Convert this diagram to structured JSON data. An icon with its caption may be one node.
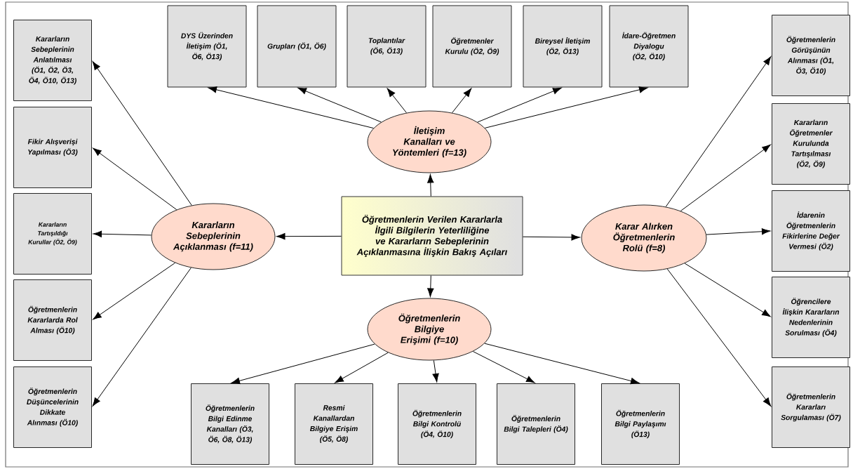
{
  "diagram": {
    "nodes": [
      {
        "text": [
          "Öğretmenlerin Verilen Kararlarla İlgili Bilgilerin Yeterliliğine ve Kararların Sebeplerinin Açıklanmasına İlişkin Bakış Açıları"
        ]
      },
      {
        "text": [
          "İletişim Kanalları ve Yöntemleri (f=13)"
        ]
      },
      {
        "text": [
          "Kararların Sebeplerinin Açıklanması (f=11)"
        ]
      },
      {
        "text": [
          "Karar Alırken Öğretmenlerin Rolü (f=8)"
        ]
      },
      {
        "text": [
          "Öğretmenlerin Bilgiye Erişimi (f=10)"
        ]
      },
      {
        "text": [
          "DYS Üzerinden İletişim (Ö1, Ö6, Ö13)"
        ]
      },
      {
        "text": [
          "Grupları (Ö1, Ö6)"
        ]
      },
      {
        "text": [
          "Toplantılar (Ö6, Ö13)"
        ]
      },
      {
        "text": [
          "Öğretmenler Kurulu (Ö2, Ö9)"
        ]
      },
      {
        "text": [
          "Bireysel İletişim (Ö2, Ö13)"
        ]
      },
      {
        "text": [
          "İdare-Öğretmen Diyalogu (Ö2, Ö10)"
        ]
      },
      {
        "text": [
          "Kararların Sebeplerinin Anlatılması (Ö1, Ö2, Ö3, Ö4, Ö10, Ö13)"
        ]
      },
      {
        "text": [
          "Fikir Alışverişi Yapılması (Ö3)"
        ]
      },
      {
        "text": [
          "Kararların Tartışıldığı Kurullar (Ö2, Ö9)"
        ]
      },
      {
        "text": [
          "Öğretmenlerin Kararlarda Rol Alması (Ö10)"
        ]
      },
      {
        "text": [
          "Öğretmenlerin Düşüncelerinin Dikkate Alınması (Ö10)"
        ]
      },
      {
        "text": [
          "Öğretmenlerin Görüşünün Alınması (Ö1, Ö3, Ö10)"
        ]
      },
      {
        "text": [
          "Kararların Öğretmenler Kurulunda Tartışılması (Ö2, Ö9)"
        ]
      },
      {
        "text": [
          "İdarenin Öğretmenlerin Fikirlerine Değer Vermesi (Ö2)"
        ]
      },
      {
        "text": [
          "Öğrencilere İlişkin Kararların Nedenlerinin Sorulması (Ö4)"
        ]
      },
      {
        "text": [
          "Öğretmenlerin Kararları Sorgulaması (Ö7)"
        ]
      },
      {
        "text": [
          "Öğretmenlerin Bilgi Edinme Kanalları (Ö3, Ö6, Ö8, Ö13)"
        ]
      },
      {
        "text": [
          "Resmi Kanallardan Bilgiye Erişim (Ö5, Ö8)"
        ]
      },
      {
        "text": [
          "Öğretmenlerin Bilgi Kontrolü (Ö4, Ö10)"
        ]
      },
      {
        "text": [
          "Öğretmenlerin Bilgi Talepleri (Ö4)"
        ]
      },
      {
        "text": [
          "Öğretmenlerin Bilgi Paylaşımı (Ö13)"
        ]
      }
    ],
    "edges": [
      {
        "from": 0,
        "to": 1,
        "arrow": "to"
      },
      {
        "from": 0,
        "to": 2,
        "arrow": "to"
      },
      {
        "from": 0,
        "to": 3,
        "arrow": "to"
      },
      {
        "from": 0,
        "to": 4,
        "arrow": "to"
      },
      {
        "from": 1,
        "to": 5,
        "arrow": "to"
      },
      {
        "from": 1,
        "to": 6,
        "arrow": "to"
      },
      {
        "from": 1,
        "to": 7,
        "arrow": "to"
      },
      {
        "from": 1,
        "to": 8,
        "arrow": "to"
      },
      {
        "from": 1,
        "to": 9,
        "arrow": "to"
      },
      {
        "from": 1,
        "to": 10,
        "arrow": "to"
      },
      {
        "from": 2,
        "to": 11,
        "arrow": "to"
      },
      {
        "from": 2,
        "to": 12,
        "arrow": "to"
      },
      {
        "from": 2,
        "to": 13,
        "arrow": "to"
      },
      {
        "from": 2,
        "to": 14,
        "arrow": "to"
      },
      {
        "from": 2,
        "to": 15,
        "arrow": "to"
      },
      {
        "from": 3,
        "to": 16,
        "arrow": "to"
      },
      {
        "from": 3,
        "to": 17,
        "arrow": "to"
      },
      {
        "from": 3,
        "to": 18,
        "arrow": "to"
      },
      {
        "from": 3,
        "to": 19,
        "arrow": "to"
      },
      {
        "from": 3,
        "to": 20,
        "arrow": "to"
      },
      {
        "from": 4,
        "to": 21,
        "arrow": "to"
      },
      {
        "from": 4,
        "to": 22,
        "arrow": "to"
      },
      {
        "from": 4,
        "to": 23,
        "arrow": "to"
      },
      {
        "from": 4,
        "to": 24,
        "arrow": "to"
      },
      {
        "from": 4,
        "to": 25,
        "arrow": "to"
      }
    ]
  }
}
